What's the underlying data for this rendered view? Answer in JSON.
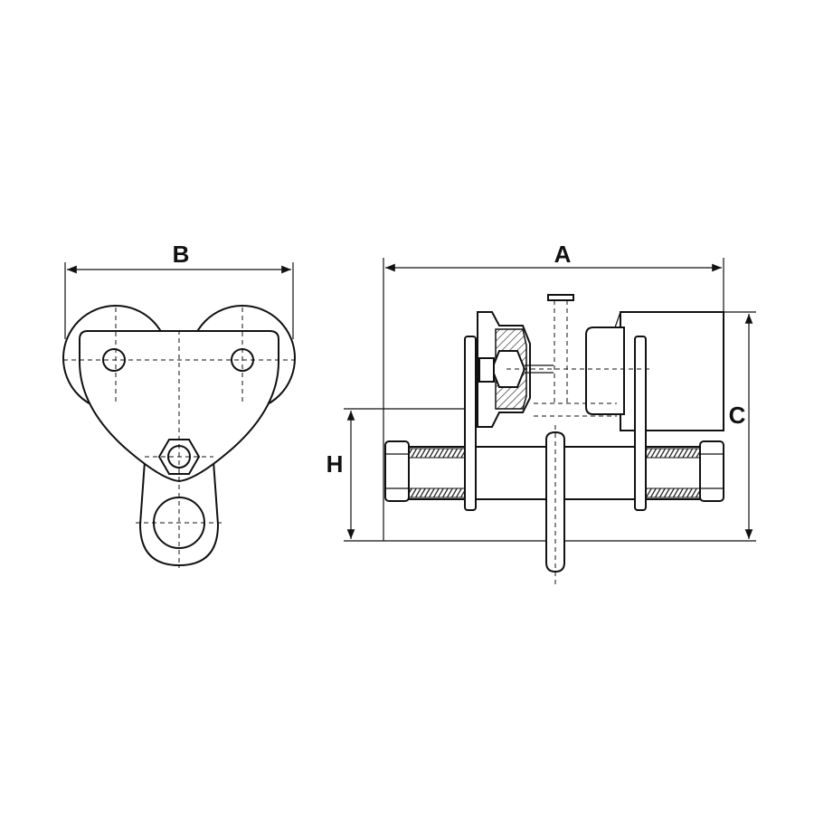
{
  "dimensions": {
    "b": "B",
    "a": "A",
    "c": "C",
    "h": "H"
  },
  "colors": {
    "line": "#111111",
    "background": "#ffffff"
  }
}
